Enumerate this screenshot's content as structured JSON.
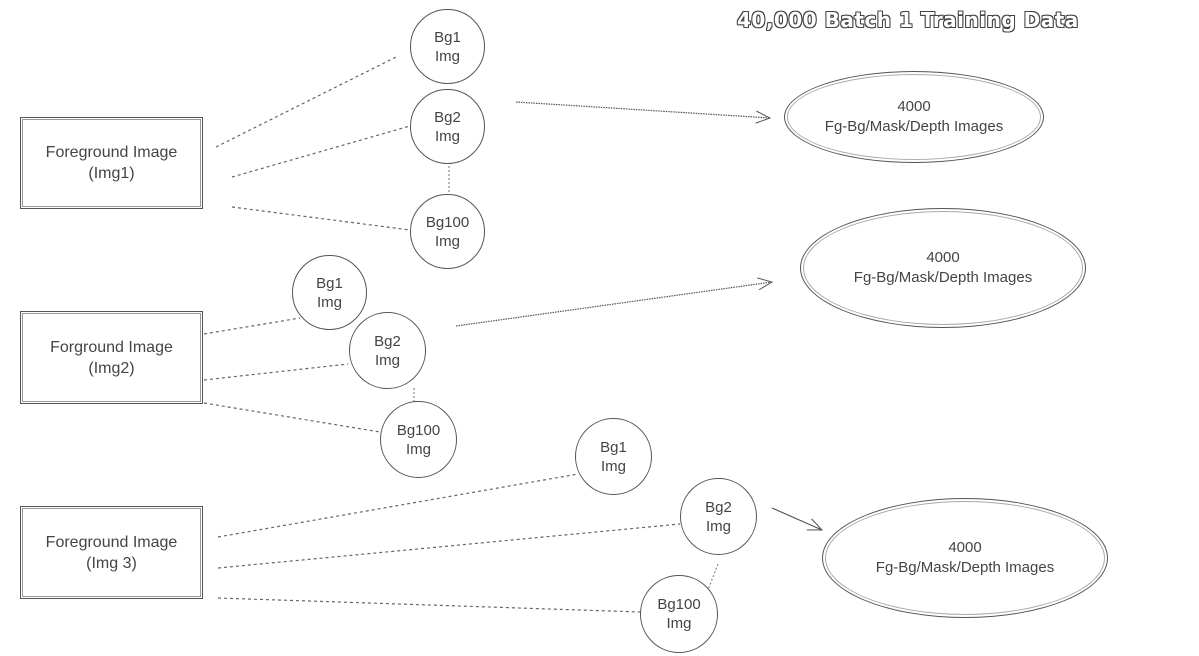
{
  "title": "40,000  Batch 1 Training  Data",
  "groups": [
    {
      "foreground": {
        "line1": "Foreground Image",
        "line2": "(Img1)"
      },
      "backgrounds": [
        {
          "line1": "Bg1",
          "line2": "Img"
        },
        {
          "line1": "Bg2",
          "line2": "Img"
        },
        {
          "line1": "Bg100",
          "line2": "Img"
        }
      ],
      "output": {
        "line1": "4000",
        "line2": "Fg-Bg/Mask/Depth Images"
      }
    },
    {
      "foreground": {
        "line1": "Forground Image",
        "line2": "(Img2)"
      },
      "backgrounds": [
        {
          "line1": "Bg1",
          "line2": "Img"
        },
        {
          "line1": "Bg2",
          "line2": "Img"
        },
        {
          "line1": "Bg100",
          "line2": "Img"
        }
      ],
      "output": {
        "line1": "4000",
        "line2": "Fg-Bg/Mask/Depth Images"
      }
    },
    {
      "foreground": {
        "line1": "Foreground Image",
        "line2": "(Img 3)"
      },
      "backgrounds": [
        {
          "line1": "Bg1",
          "line2": "Img"
        },
        {
          "line1": "Bg2",
          "line2": "Img"
        },
        {
          "line1": "Bg100",
          "line2": "Img"
        }
      ],
      "output": {
        "line1": "4000",
        "line2": "Fg-Bg/Mask/Depth Images"
      }
    }
  ]
}
